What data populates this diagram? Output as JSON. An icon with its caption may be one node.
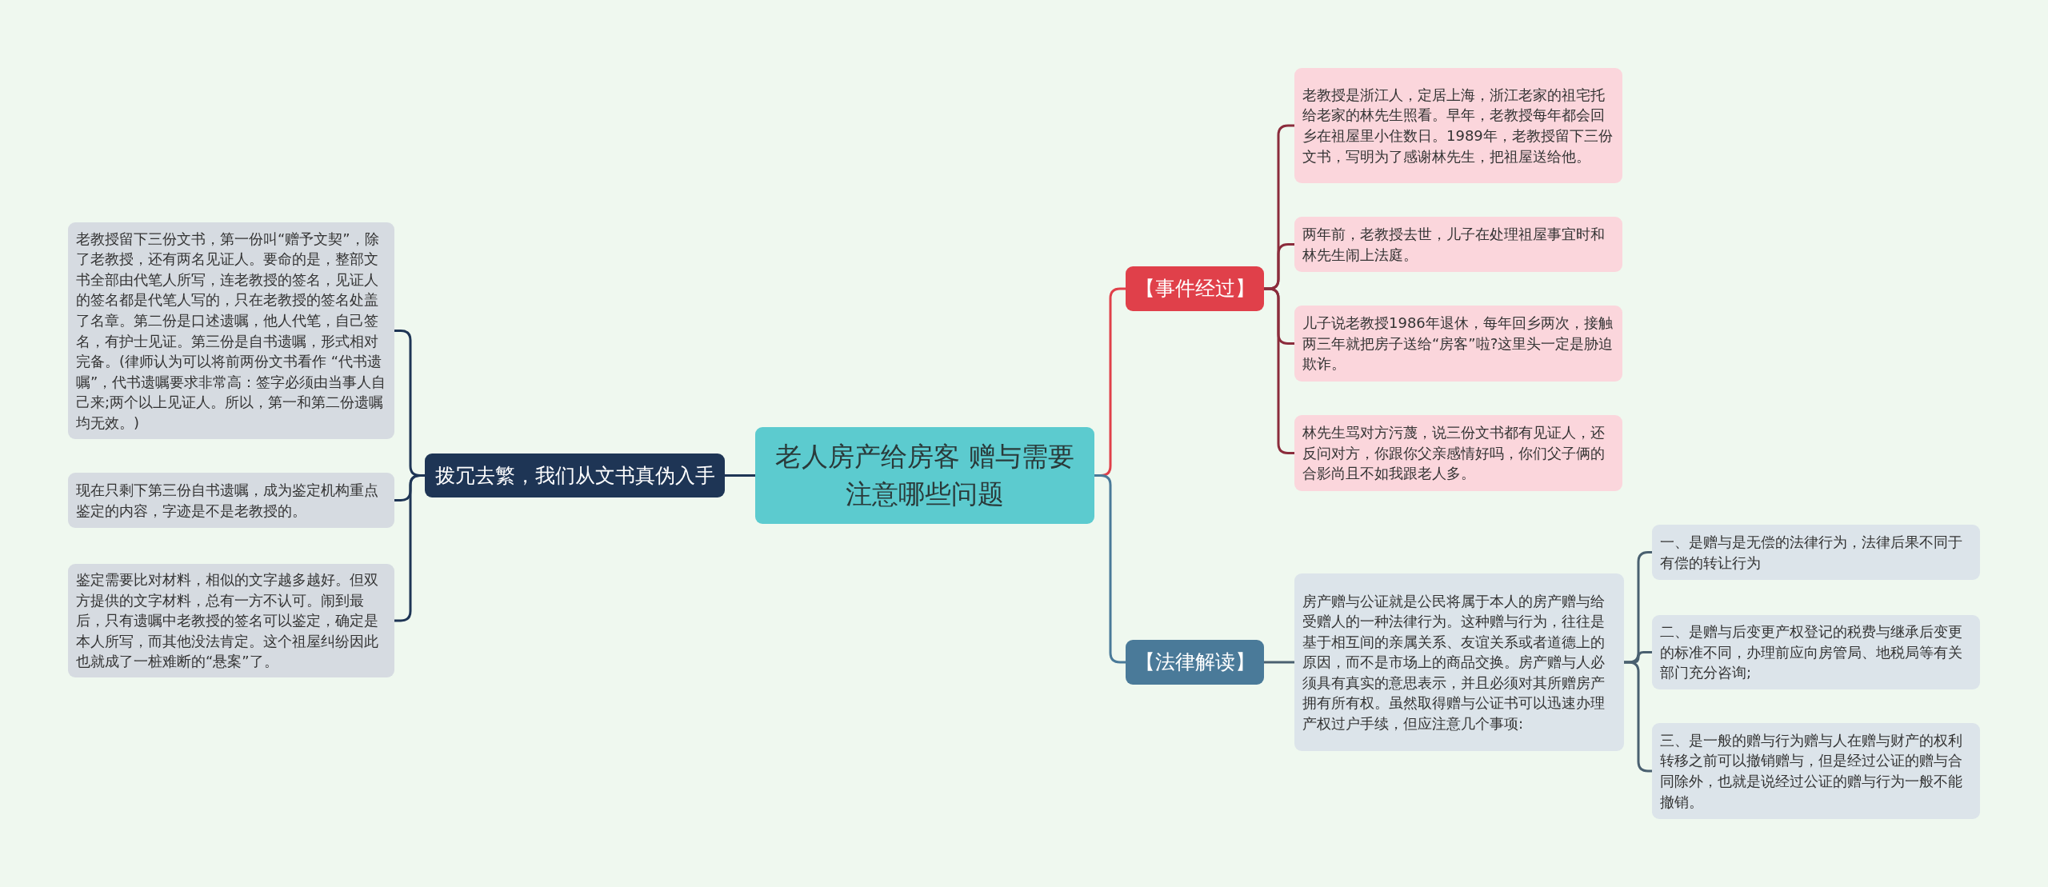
{
  "diagram": {
    "nodes": [
      {
        "text": [
          "老人房产给房客 赠与需要注意哪些问题"
        ]
      },
      {
        "text": [
          "拨冗去繁，我们从文书真伪入手"
        ]
      },
      {
        "text": [
          "老教授留下三份文书，第一份叫“赠予文契”，除了老教授，还有两名见证人。要命的是，整部文书全部由代笔人所写，连老教授的签名，见证人的签名都是代笔人写的，只在老教授的签名处盖了名章。第二份是口述遗嘱，他人代笔，自己签名，有护士见证。第三份是自书遗嘱，形式相对完备。(律师认为可以将前两份文书看作 “代书遗嘱”，代书遗嘱要求非常高：签字必须由当事人自己来;两个以上见证人。所以，第一和第二份遗嘱均无效。)"
        ]
      },
      {
        "text": [
          "现在只剩下第三份自书遗嘱，成为鉴定机构重点鉴定的内容，字迹是不是老教授的。"
        ]
      },
      {
        "text": [
          "鉴定需要比对材料，相似的文字越多越好。但双方提供的文字材料，总有一方不认可。闹到最后，只有遗嘱中老教授的签名可以鉴定，确定是本人所写，而其他没法肯定。这个祖屋纠纷因此也就成了一桩难断的“悬案”了。"
        ]
      },
      {
        "text": [
          "【事件经过】"
        ]
      },
      {
        "text": [
          "老教授是浙江人，定居上海，浙江老家的祖宅托给老家的林先生照看。早年，老教授每年都会回乡在祖屋里小住数日。1989年，老教授留下三份文书，写明为了感谢林先生，把祖屋送给他。"
        ]
      },
      {
        "text": [
          "两年前，老教授去世，儿子在处理祖屋事宜时和林先生闹上法庭。"
        ]
      },
      {
        "text": [
          "儿子说老教授1986年退休，每年回乡两次，接触两三年就把房子送给“房客”啦?这里头一定是胁迫欺诈。"
        ]
      },
      {
        "text": [
          "林先生骂对方污蔑，说三份文书都有见证人，还反问对方，你跟你父亲感情好吗，你们父子俩的合影尚且不如我跟老人多。"
        ]
      },
      {
        "text": [
          "【法律解读】"
        ]
      },
      {
        "text": [
          "房产赠与公证就是公民将属于本人的房产赠与给受赠人的一种法律行为。这种赠与行为，往往是基于相互间的亲属关系、友谊关系或者道德上的原因，而不是市场上的商品交换。房产赠与人必须具有真实的意思表示，并且必须对其所赠房产拥有所有权。虽然取得赠与公证书可以迅速办理产权过户手续，但应注意几个事项:"
        ]
      },
      {
        "text": [
          "一、是赠与是无偿的法律行为，法律后果不同于有偿的转让行为"
        ]
      },
      {
        "text": [
          "二、是赠与后变更产权登记的税费与继承后变更的标准不同，办理前应向房管局、地税局等有关部门充分咨询;"
        ]
      },
      {
        "text": [
          "三、是一般的赠与行为赠与人在赠与财产的权利转移之前可以撤销赠与，但是经过公证的赠与合同除外，也就是说经过公证的赠与行为一般不能撤销。"
        ]
      }
    ],
    "edges": [
      {
        "from": 0,
        "to": 1,
        "arrow": "none",
        "color": "#1e3555"
      },
      {
        "from": 1,
        "to": 2,
        "arrow": "none",
        "color": "#1e3555"
      },
      {
        "from": 1,
        "to": 3,
        "arrow": "none",
        "color": "#1e3555"
      },
      {
        "from": 1,
        "to": 4,
        "arrow": "none",
        "color": "#1e3555"
      },
      {
        "from": 0,
        "to": 5,
        "arrow": "none",
        "color": "#e0404a"
      },
      {
        "from": 5,
        "to": 6,
        "arrow": "none",
        "color": "#8b2c3c"
      },
      {
        "from": 5,
        "to": 7,
        "arrow": "none",
        "color": "#8b2c3c"
      },
      {
        "from": 5,
        "to": 8,
        "arrow": "none",
        "color": "#8b2c3c"
      },
      {
        "from": 5,
        "to": 9,
        "arrow": "none",
        "color": "#8b2c3c"
      },
      {
        "from": 0,
        "to": 10,
        "arrow": "none",
        "color": "#4a7a99"
      },
      {
        "from": 10,
        "to": 11,
        "arrow": "none",
        "color": "#4a6070"
      },
      {
        "from": 11,
        "to": 12,
        "arrow": "none",
        "color": "#4a6070"
      },
      {
        "from": 11,
        "to": 13,
        "arrow": "none",
        "color": "#4a6070"
      },
      {
        "from": 11,
        "to": 14,
        "arrow": "none",
        "color": "#4a6070"
      }
    ]
  }
}
